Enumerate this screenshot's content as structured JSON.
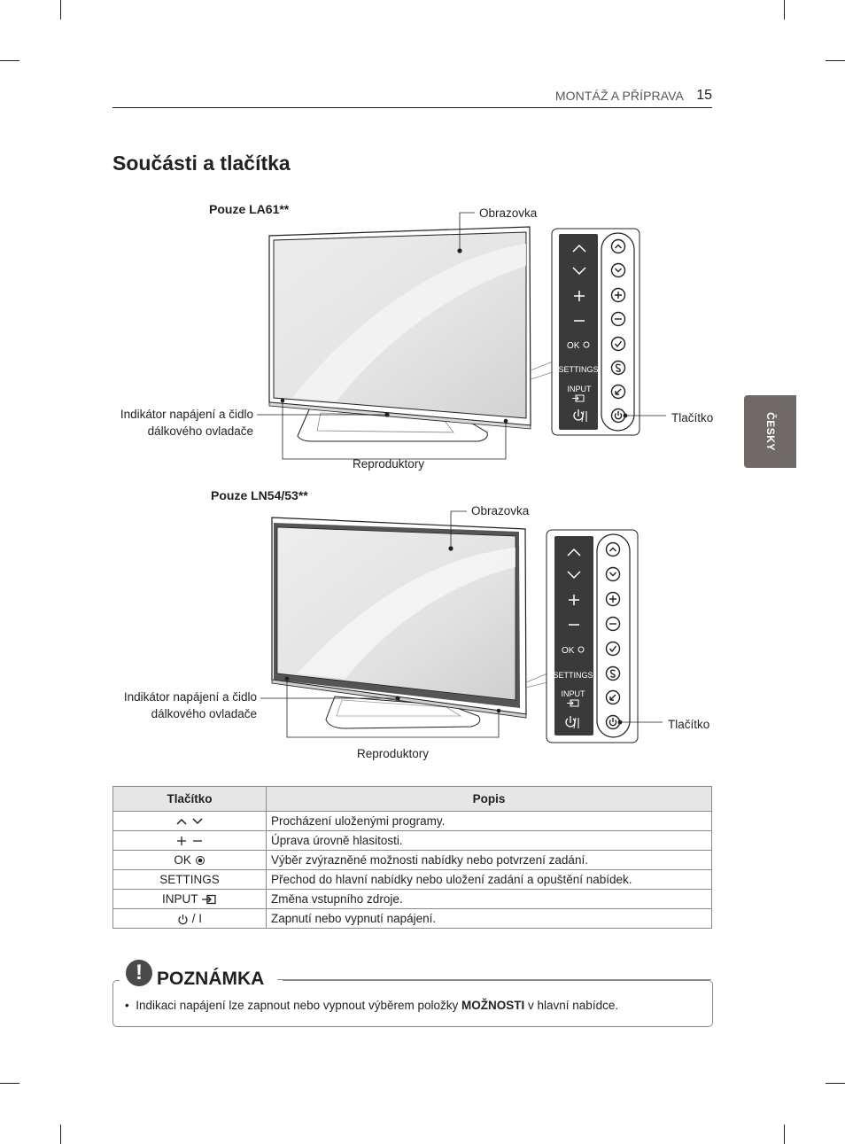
{
  "header": {
    "running_head": "MONTÁŽ A PŘÍPRAVA",
    "page_number": "15"
  },
  "side_tab": {
    "label": "ČESKY"
  },
  "title": "Součásti a tlačítka",
  "diagrams": [
    {
      "model": "Pouze LA61**",
      "screen": "Obrazovka",
      "indicator_line1": "Indikátor napájení a čidlo",
      "indicator_line2": "dálkového ovladače",
      "speakers": "Reproduktory",
      "button": "Tlačítko"
    },
    {
      "model": "Pouze LN54/53**",
      "screen": "Obrazovka",
      "indicator_line1": "Indikátor napájení a čidlo",
      "indicator_line2": "dálkového ovladače",
      "speakers": "Reproduktory",
      "button": "Tlačítko"
    }
  ],
  "panel_labels": {
    "ok": "OK",
    "settings": "SETTINGS",
    "input": "INPUT"
  },
  "table": {
    "headers": [
      "Tlačítko",
      "Popis"
    ],
    "rows": [
      {
        "key_icons": [
          "chevron-up-icon",
          "chevron-down-icon"
        ],
        "description": "Procházení uloženými programy."
      },
      {
        "key_icons": [
          "plus-icon",
          "minus-icon"
        ],
        "description": "Úprava úrovně hlasitosti."
      },
      {
        "key_text": "OK",
        "key_icons": [
          "ok-dot-icon"
        ],
        "description": "Výběr zvýrazněné možnosti nabídky nebo potvrzení zadání."
      },
      {
        "key_text": "SETTINGS",
        "description": "Přechod do hlavní nabídky nebo uložení zadání a opuštění nabídek."
      },
      {
        "key_text": "INPUT",
        "key_icons": [
          "input-icon"
        ],
        "description": "Změna vstupního zdroje."
      },
      {
        "key_icons": [
          "power-icon"
        ],
        "key_suffix": "/ I",
        "description": "Zapnutí nebo vypnutí napájení."
      }
    ]
  },
  "note": {
    "icon": "!",
    "title": "POZNÁMKA",
    "bullet": "•",
    "text_before": "Indikaci napájení lze zapnout nebo vypnout výběrem položky",
    "text_bold": "MOŽNOSTI",
    "text_after": "v hlavní nabídce."
  }
}
